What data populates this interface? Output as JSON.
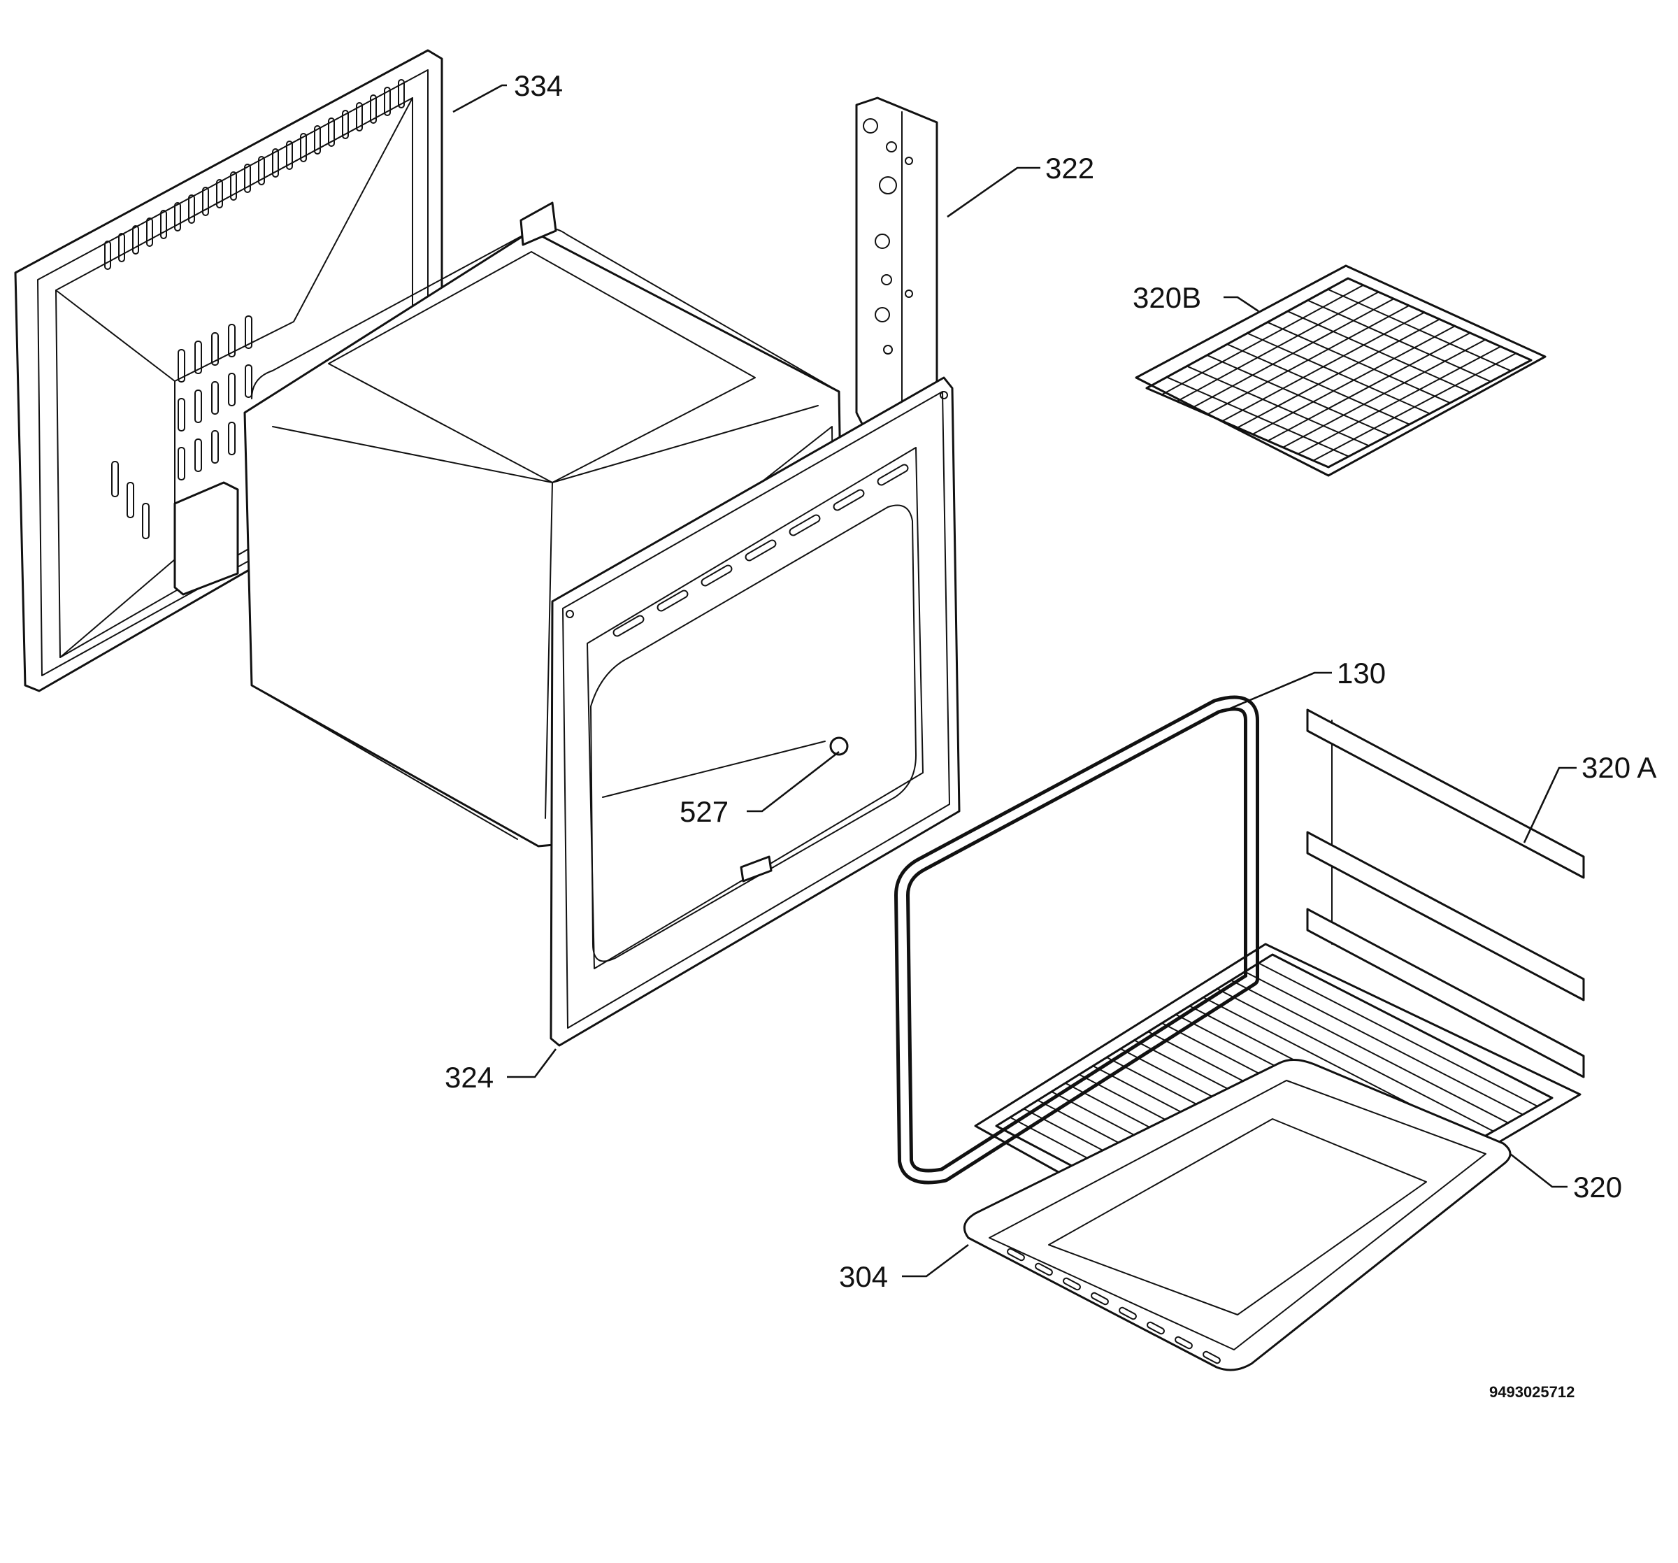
{
  "labels": {
    "p334": "334",
    "p322": "322",
    "p320b": "320B",
    "p130": "130",
    "p320a": "320 A",
    "p527": "527",
    "p324": "324",
    "p320": "320",
    "p304": "304"
  },
  "drawing_code": "9493025712"
}
